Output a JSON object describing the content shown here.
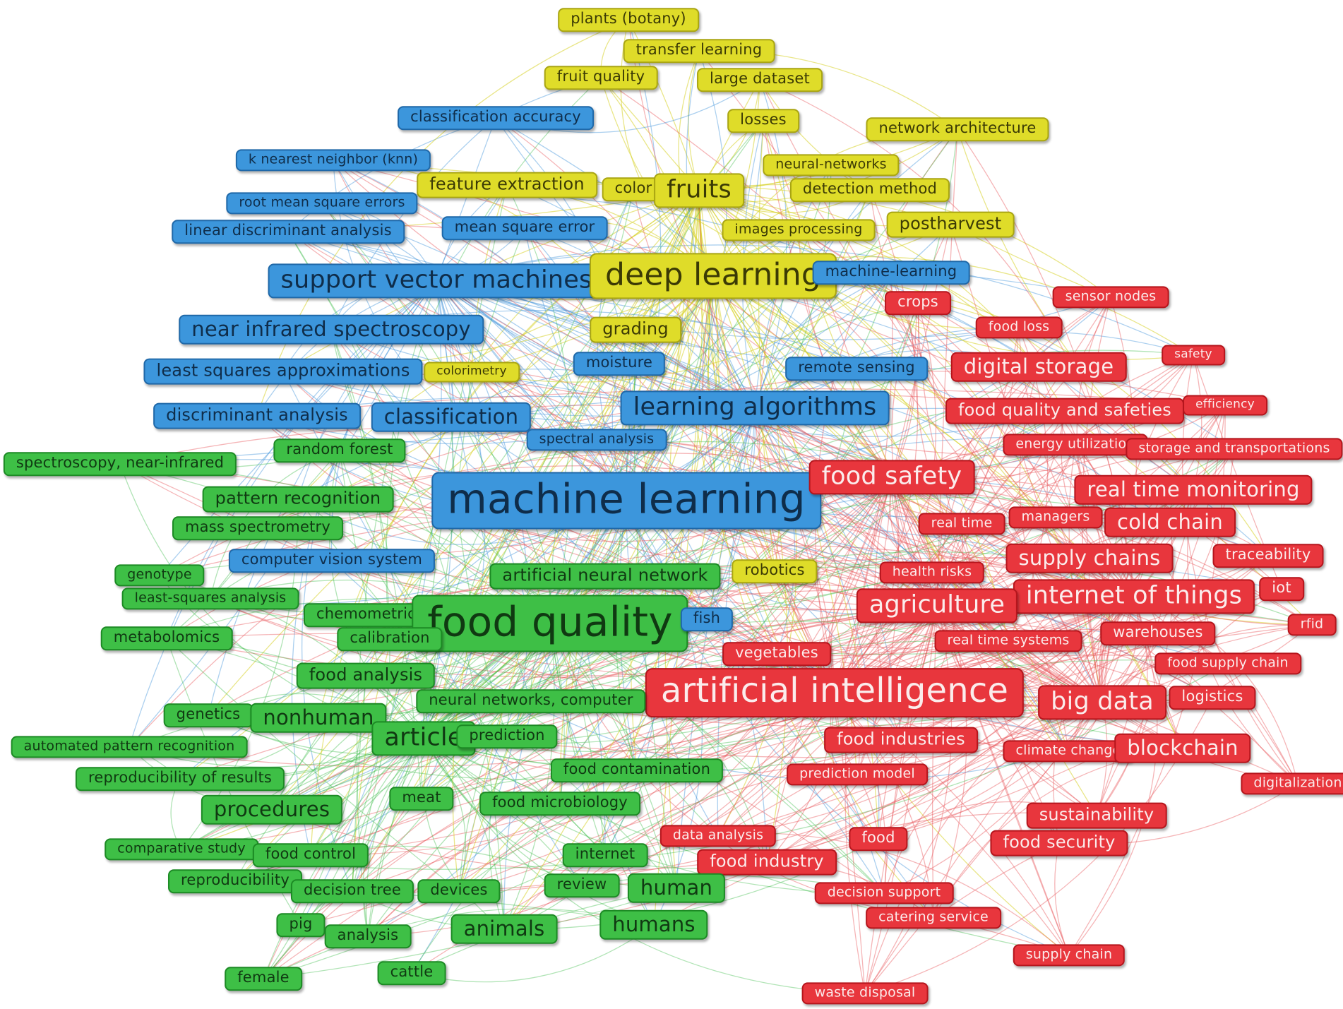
{
  "colors": {
    "red": "#e8363d",
    "green": "#3ebf46",
    "blue": "#3c96dc",
    "yellow": "#dfdc29"
  },
  "nodes": [
    {
      "label": "plants (botany)",
      "cluster": "yellow",
      "weight": 1
    },
    {
      "label": "transfer learning",
      "cluster": "yellow",
      "weight": 1
    },
    {
      "label": "fruit quality",
      "cluster": "yellow",
      "weight": 1
    },
    {
      "label": "large dataset",
      "cluster": "yellow",
      "weight": 1
    },
    {
      "label": "classification accuracy",
      "cluster": "blue",
      "weight": 1
    },
    {
      "label": "losses",
      "cluster": "yellow",
      "weight": 1
    },
    {
      "label": "network architecture",
      "cluster": "yellow",
      "weight": 1
    },
    {
      "label": "k nearest neighbor (knn)",
      "cluster": "blue",
      "weight": 0
    },
    {
      "label": "neural-networks",
      "cluster": "yellow",
      "weight": 0
    },
    {
      "label": "feature extraction",
      "cluster": "yellow",
      "weight": 2
    },
    {
      "label": "color",
      "cluster": "yellow",
      "weight": 1
    },
    {
      "label": "fruits",
      "cluster": "yellow",
      "weight": 4
    },
    {
      "label": "detection method",
      "cluster": "yellow",
      "weight": 1
    },
    {
      "label": "root mean square errors",
      "cluster": "blue",
      "weight": 0
    },
    {
      "label": "linear discriminant analysis",
      "cluster": "blue",
      "weight": 1
    },
    {
      "label": "mean square error",
      "cluster": "blue",
      "weight": 1
    },
    {
      "label": "images processing",
      "cluster": "yellow",
      "weight": 0
    },
    {
      "label": "postharvest",
      "cluster": "yellow",
      "weight": 2
    },
    {
      "label": "support vector machines",
      "cluster": "blue",
      "weight": 4
    },
    {
      "label": "deep learning",
      "cluster": "yellow",
      "weight": 5
    },
    {
      "label": "machine-learning",
      "cluster": "blue",
      "weight": 1
    },
    {
      "label": "crops",
      "cluster": "red",
      "weight": 1
    },
    {
      "label": "sensor nodes",
      "cluster": "red",
      "weight": 0
    },
    {
      "label": "near infrared spectroscopy",
      "cluster": "blue",
      "weight": 3
    },
    {
      "label": "grading",
      "cluster": "yellow",
      "weight": 2
    },
    {
      "label": "food loss",
      "cluster": "red",
      "weight": 0
    },
    {
      "label": "safety",
      "cluster": "red",
      "weight": -1
    },
    {
      "label": "moisture",
      "cluster": "blue",
      "weight": 1
    },
    {
      "label": "least squares approximations",
      "cluster": "blue",
      "weight": 2
    },
    {
      "label": "colorimetry",
      "cluster": "yellow",
      "weight": -1
    },
    {
      "label": "remote sensing",
      "cluster": "blue",
      "weight": 1
    },
    {
      "label": "digital storage",
      "cluster": "red",
      "weight": 3
    },
    {
      "label": "learning algorithms",
      "cluster": "blue",
      "weight": 4
    },
    {
      "label": "food quality and safeties",
      "cluster": "red",
      "weight": 2
    },
    {
      "label": "efficiency",
      "cluster": "red",
      "weight": -1
    },
    {
      "label": "discriminant analysis",
      "cluster": "blue",
      "weight": 2
    },
    {
      "label": "classification",
      "cluster": "blue",
      "weight": 3
    },
    {
      "label": "random forest",
      "cluster": "green",
      "weight": 1
    },
    {
      "label": "spectral analysis",
      "cluster": "blue",
      "weight": 0
    },
    {
      "label": "energy utilization",
      "cluster": "red",
      "weight": 0
    },
    {
      "label": "storage and transportations",
      "cluster": "red",
      "weight": 0
    },
    {
      "label": "spectroscopy, near-infrared",
      "cluster": "green",
      "weight": 1
    },
    {
      "label": "machine learning",
      "cluster": "blue",
      "weight": 7
    },
    {
      "label": "food safety",
      "cluster": "red",
      "weight": 4
    },
    {
      "label": "real time monitoring",
      "cluster": "red",
      "weight": 3
    },
    {
      "label": "pattern recognition",
      "cluster": "green",
      "weight": 2
    },
    {
      "label": "mass spectrometry",
      "cluster": "green",
      "weight": 1
    },
    {
      "label": "real time",
      "cluster": "red",
      "weight": 0
    },
    {
      "label": "managers",
      "cluster": "red",
      "weight": 0
    },
    {
      "label": "cold chain",
      "cluster": "red",
      "weight": 3
    },
    {
      "label": "supply chains",
      "cluster": "red",
      "weight": 3
    },
    {
      "label": "traceability",
      "cluster": "red",
      "weight": 1
    },
    {
      "label": "computer vision system",
      "cluster": "blue",
      "weight": 1
    },
    {
      "label": "genotype",
      "cluster": "green",
      "weight": 0
    },
    {
      "label": "health risks",
      "cluster": "red",
      "weight": 0
    },
    {
      "label": "artificial neural network",
      "cluster": "green",
      "weight": 2
    },
    {
      "label": "robotics",
      "cluster": "yellow",
      "weight": 1
    },
    {
      "label": "internet of things",
      "cluster": "red",
      "weight": 4
    },
    {
      "label": "iot",
      "cluster": "red",
      "weight": 1
    },
    {
      "label": "least-squares analysis",
      "cluster": "green",
      "weight": 0
    },
    {
      "label": "agriculture",
      "cluster": "red",
      "weight": 4
    },
    {
      "label": "rfid",
      "cluster": "red",
      "weight": 0
    },
    {
      "label": "chemometrics",
      "cluster": "green",
      "weight": 1
    },
    {
      "label": "food quality",
      "cluster": "green",
      "weight": 7
    },
    {
      "label": "fish",
      "cluster": "blue",
      "weight": 1
    },
    {
      "label": "metabolomics",
      "cluster": "green",
      "weight": 1
    },
    {
      "label": "calibration",
      "cluster": "green",
      "weight": 1
    },
    {
      "label": "real time systems",
      "cluster": "red",
      "weight": 0
    },
    {
      "label": "warehouses",
      "cluster": "red",
      "weight": 1
    },
    {
      "label": "vegetables",
      "cluster": "red",
      "weight": 1
    },
    {
      "label": "food supply chain",
      "cluster": "red",
      "weight": 0
    },
    {
      "label": "food analysis",
      "cluster": "green",
      "weight": 2
    },
    {
      "label": "artificial intelligence",
      "cluster": "red",
      "weight": 6
    },
    {
      "label": "logistics",
      "cluster": "red",
      "weight": 1
    },
    {
      "label": "neural networks, computer",
      "cluster": "green",
      "weight": 1
    },
    {
      "label": "genetics",
      "cluster": "green",
      "weight": 1
    },
    {
      "label": "nonhuman",
      "cluster": "green",
      "weight": 3
    },
    {
      "label": "big data",
      "cluster": "red",
      "weight": 4
    },
    {
      "label": "article",
      "cluster": "green",
      "weight": 4
    },
    {
      "label": "prediction",
      "cluster": "green",
      "weight": 1
    },
    {
      "label": "food industries",
      "cluster": "red",
      "weight": 2
    },
    {
      "label": "automated pattern recognition",
      "cluster": "green",
      "weight": 0
    },
    {
      "label": "climate change",
      "cluster": "red",
      "weight": 0
    },
    {
      "label": "blockchain",
      "cluster": "red",
      "weight": 3
    },
    {
      "label": "food contamination",
      "cluster": "green",
      "weight": 1
    },
    {
      "label": "prediction model",
      "cluster": "red",
      "weight": 0
    },
    {
      "label": "reproducibility of results",
      "cluster": "green",
      "weight": 1
    },
    {
      "label": "digitalization",
      "cluster": "red",
      "weight": 0
    },
    {
      "label": "meat",
      "cluster": "green",
      "weight": 1
    },
    {
      "label": "food microbiology",
      "cluster": "green",
      "weight": 1
    },
    {
      "label": "procedures",
      "cluster": "green",
      "weight": 3
    },
    {
      "label": "sustainability",
      "cluster": "red",
      "weight": 2
    },
    {
      "label": "data analysis",
      "cluster": "red",
      "weight": 0
    },
    {
      "label": "food",
      "cluster": "red",
      "weight": 1
    },
    {
      "label": "food security",
      "cluster": "red",
      "weight": 2
    },
    {
      "label": "comparative study",
      "cluster": "green",
      "weight": 0
    },
    {
      "label": "food control",
      "cluster": "green",
      "weight": 1
    },
    {
      "label": "internet",
      "cluster": "green",
      "weight": 1
    },
    {
      "label": "food industry",
      "cluster": "red",
      "weight": 2
    },
    {
      "label": "reproducibility",
      "cluster": "green",
      "weight": 1
    },
    {
      "label": "decision tree",
      "cluster": "green",
      "weight": 1
    },
    {
      "label": "devices",
      "cluster": "green",
      "weight": 1
    },
    {
      "label": "review",
      "cluster": "green",
      "weight": 1
    },
    {
      "label": "human",
      "cluster": "green",
      "weight": 3
    },
    {
      "label": "decision support",
      "cluster": "red",
      "weight": 0
    },
    {
      "label": "catering service",
      "cluster": "red",
      "weight": 0
    },
    {
      "label": "pig",
      "cluster": "green",
      "weight": 1
    },
    {
      "label": "analysis",
      "cluster": "green",
      "weight": 1
    },
    {
      "label": "animals",
      "cluster": "green",
      "weight": 3
    },
    {
      "label": "humans",
      "cluster": "green",
      "weight": 3
    },
    {
      "label": "supply chain",
      "cluster": "red",
      "weight": 0
    },
    {
      "label": "female",
      "cluster": "green",
      "weight": 1
    },
    {
      "label": "cattle",
      "cluster": "green",
      "weight": 1
    },
    {
      "label": "waste disposal",
      "cluster": "red",
      "weight": 0
    }
  ]
}
